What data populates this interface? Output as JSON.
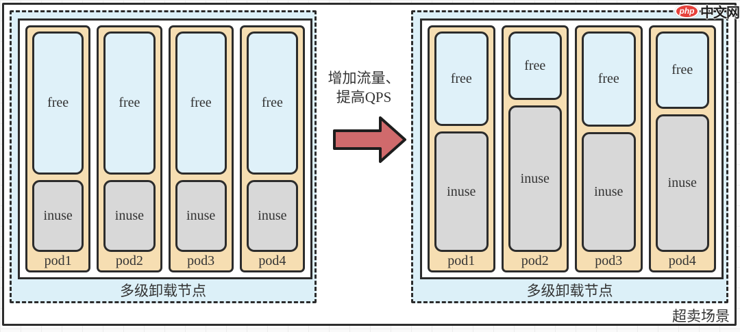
{
  "scene_label": "超卖场景",
  "transition": {
    "label_line1": "增加流量、",
    "label_line2": "提高QPS",
    "arrow_direction": "right"
  },
  "watermark": {
    "badge": "php",
    "site": "中文网"
  },
  "groups": {
    "before": {
      "label": "多级卸载节点",
      "pods": [
        {
          "name": "pod1",
          "free_label": "free",
          "inuse_label": "inuse",
          "free_h": 209,
          "inuse_h": 106
        },
        {
          "name": "pod2",
          "free_label": "free",
          "inuse_label": "inuse",
          "free_h": 209,
          "inuse_h": 106
        },
        {
          "name": "pod3",
          "free_label": "free",
          "inuse_label": "inuse",
          "free_h": 209,
          "inuse_h": 106
        },
        {
          "name": "pod4",
          "free_label": "free",
          "inuse_label": "inuse",
          "free_h": 209,
          "inuse_h": 106
        }
      ]
    },
    "after": {
      "label": "多级卸载节点",
      "pods": [
        {
          "name": "pod1",
          "free_label": "free",
          "inuse_label": "inuse",
          "free_h": 138,
          "inuse_h": 172
        },
        {
          "name": "pod2",
          "free_label": "free",
          "inuse_label": "inuse",
          "free_h": 100,
          "inuse_h": 212
        },
        {
          "name": "pod3",
          "free_label": "free",
          "inuse_label": "inuse",
          "free_h": 139,
          "inuse_h": 173
        },
        {
          "name": "pod4",
          "free_label": "free",
          "inuse_label": "inuse",
          "free_h": 113,
          "inuse_h": 200
        }
      ]
    }
  },
  "colors": {
    "pod_fill": "#f6deb2",
    "free_fill": "#dff1f9",
    "inuse_fill": "#d8d8d8",
    "panel_fill": "#dcf0f8",
    "arrow_fill": "#d06a6c",
    "border": "#2c2c2c"
  }
}
